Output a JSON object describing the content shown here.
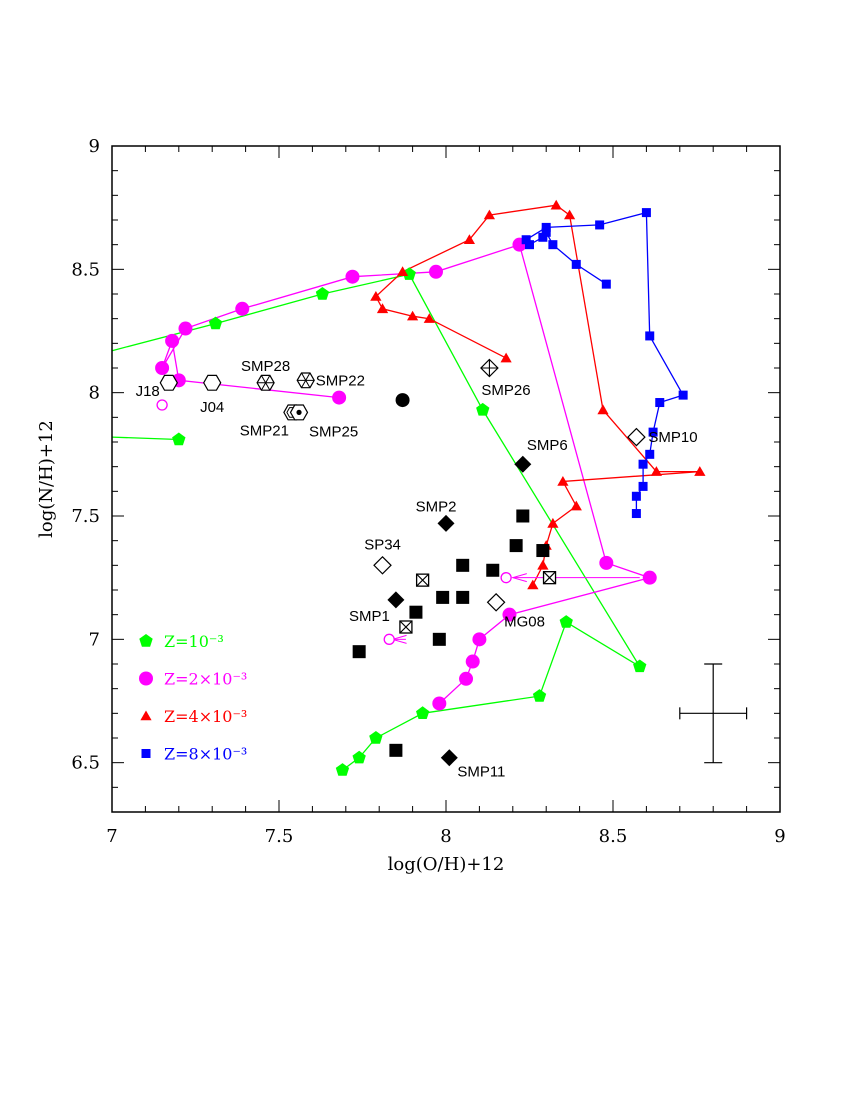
{
  "chart_data": {
    "type": "scatter",
    "title": "",
    "xlabel": "log(O/H)+12",
    "ylabel": "log(N/H)+12",
    "xlim": [
      7,
      9
    ],
    "ylim": [
      6.3,
      9
    ],
    "x_ticks": [
      "7",
      "7.5",
      "8",
      "8.5",
      "9"
    ],
    "y_ticks": [
      "6.5",
      "7",
      "7.5",
      "8",
      "8.5",
      "9"
    ],
    "grid": false,
    "colors": {
      "z1": "#00ff00",
      "z2": "#ff00ff",
      "z4": "#ff0000",
      "z8": "#0000ff",
      "observed": "#000000"
    },
    "legend": {
      "placement": "bottom-left",
      "entries": [
        {
          "label": "Z=10⁻³",
          "series": "z1",
          "marker": "pentagon"
        },
        {
          "label": "Z=2×10⁻³",
          "series": "z2",
          "marker": "circle"
        },
        {
          "label": "Z=4×10⁻³",
          "series": "z4",
          "marker": "triangle"
        },
        {
          "label": "Z=8×10⁻³",
          "series": "z8",
          "marker": "square"
        }
      ]
    },
    "model_tracks": [
      {
        "id": "z1",
        "color": "#00ff00",
        "marker": "pentagon",
        "points": [
          [
            7.0,
            7.82
          ],
          [
            7.2,
            7.81
          ]
        ]
      },
      {
        "id": "z1",
        "color": "#00ff00",
        "marker": "pentagon",
        "points": [
          [
            7.0,
            8.17
          ],
          [
            7.31,
            8.28
          ],
          [
            7.63,
            8.4
          ],
          [
            7.89,
            8.48
          ],
          [
            8.11,
            7.93
          ],
          [
            8.58,
            6.89
          ],
          [
            8.36,
            7.07
          ],
          [
            8.28,
            6.77
          ],
          [
            7.93,
            6.7
          ],
          [
            7.79,
            6.6
          ],
          [
            7.74,
            6.52
          ],
          [
            7.69,
            6.47
          ]
        ]
      },
      {
        "id": "z2",
        "color": "#ff00ff",
        "marker": "circle",
        "points": [
          [
            7.68,
            7.98
          ],
          [
            7.2,
            8.05
          ],
          [
            7.18,
            8.21
          ],
          [
            7.15,
            8.1
          ],
          [
            7.22,
            8.26
          ],
          [
            7.39,
            8.34
          ],
          [
            7.72,
            8.47
          ],
          [
            7.97,
            8.49
          ],
          [
            8.22,
            8.6
          ],
          [
            8.48,
            7.31
          ],
          [
            8.61,
            7.25
          ],
          [
            8.19,
            7.1
          ],
          [
            8.1,
            7.0
          ],
          [
            8.08,
            6.91
          ],
          [
            8.06,
            6.84
          ],
          [
            7.98,
            6.74
          ]
        ]
      },
      {
        "id": "z4",
        "color": "#ff0000",
        "marker": "triangle",
        "points": [
          [
            8.18,
            8.14
          ],
          [
            7.95,
            8.3
          ],
          [
            7.9,
            8.31
          ],
          [
            7.81,
            8.34
          ],
          [
            7.79,
            8.39
          ],
          [
            7.87,
            8.49
          ],
          [
            8.07,
            8.62
          ],
          [
            8.13,
            8.72
          ],
          [
            8.33,
            8.76
          ],
          [
            8.37,
            8.72
          ],
          [
            8.47,
            7.93
          ],
          [
            8.63,
            7.68
          ],
          [
            8.76,
            7.68
          ],
          [
            8.35,
            7.64
          ],
          [
            8.39,
            7.54
          ],
          [
            8.32,
            7.47
          ],
          [
            8.3,
            7.38
          ],
          [
            8.29,
            7.3
          ],
          [
            8.26,
            7.22
          ]
        ]
      },
      {
        "id": "z8",
        "color": "#0000ff",
        "marker": "square",
        "points": [
          [
            8.48,
            8.44
          ],
          [
            8.39,
            8.52
          ],
          [
            8.32,
            8.6
          ],
          [
            8.3,
            8.65
          ],
          [
            8.29,
            8.63
          ],
          [
            8.25,
            8.6
          ],
          [
            8.24,
            8.62
          ],
          [
            8.3,
            8.67
          ],
          [
            8.46,
            8.68
          ],
          [
            8.6,
            8.73
          ],
          [
            8.61,
            8.23
          ],
          [
            8.71,
            7.99
          ],
          [
            8.64,
            7.96
          ],
          [
            8.62,
            7.84
          ],
          [
            8.61,
            7.75
          ],
          [
            8.59,
            7.71
          ],
          [
            8.59,
            7.62
          ],
          [
            8.57,
            7.58
          ],
          [
            8.57,
            7.51
          ]
        ]
      }
    ],
    "observed_points": [
      {
        "x": 7.74,
        "y": 6.95,
        "marker": "square"
      },
      {
        "x": 7.85,
        "y": 6.55,
        "marker": "square"
      },
      {
        "x": 7.91,
        "y": 7.11,
        "marker": "square"
      },
      {
        "x": 7.98,
        "y": 7.0,
        "marker": "square"
      },
      {
        "x": 7.99,
        "y": 7.17,
        "marker": "square"
      },
      {
        "x": 8.05,
        "y": 7.17,
        "marker": "square"
      },
      {
        "x": 8.05,
        "y": 7.3,
        "marker": "square"
      },
      {
        "x": 8.14,
        "y": 7.28,
        "marker": "square"
      },
      {
        "x": 8.21,
        "y": 7.38,
        "marker": "square"
      },
      {
        "x": 8.23,
        "y": 7.5,
        "marker": "square"
      },
      {
        "x": 8.29,
        "y": 7.36,
        "marker": "square"
      },
      {
        "x": 7.87,
        "y": 7.97,
        "marker": "filled-circle"
      },
      {
        "x": 7.93,
        "y": 7.24,
        "marker": "crossed-square"
      },
      {
        "x": 7.88,
        "y": 7.05,
        "marker": "crossed-square"
      },
      {
        "x": 8.31,
        "y": 7.25,
        "marker": "crossed-square"
      },
      {
        "x": 7.15,
        "y": 7.95,
        "marker": "open-circle-magenta"
      },
      {
        "x": 7.83,
        "y": 7.0,
        "marker": "open-circle-magenta"
      },
      {
        "x": 8.18,
        "y": 7.25,
        "marker": "open-circle-magenta"
      }
    ],
    "arrows": [
      {
        "from": [
          7.88,
          7.0
        ],
        "to": [
          7.84,
          7.0
        ]
      },
      {
        "from": [
          8.58,
          7.25
        ],
        "to": [
          8.2,
          7.25
        ]
      }
    ],
    "labeled_objects": [
      {
        "name": "SMP2",
        "x": 8.0,
        "y": 7.47,
        "marker": "filled-diamond"
      },
      {
        "name": "SMP6",
        "x": 8.23,
        "y": 7.71,
        "marker": "filled-diamond"
      },
      {
        "name": "SMP1",
        "x": 7.85,
        "y": 7.16,
        "marker": "filled-diamond"
      },
      {
        "name": "SMP11",
        "x": 8.01,
        "y": 6.52,
        "marker": "filled-diamond"
      },
      {
        "name": "SP34",
        "x": 7.81,
        "y": 7.3,
        "marker": "open-diamond"
      },
      {
        "name": "MG08",
        "x": 8.15,
        "y": 7.15,
        "marker": "open-diamond"
      },
      {
        "name": "SMP10",
        "x": 8.57,
        "y": 7.82,
        "marker": "open-diamond"
      },
      {
        "name": "SMP26",
        "x": 8.13,
        "y": 8.1,
        "marker": "crossed-diamond"
      },
      {
        "name": "SMP28",
        "x": 7.46,
        "y": 8.04,
        "marker": "starred-hexagon"
      },
      {
        "name": "SMP22",
        "x": 7.58,
        "y": 8.05,
        "marker": "starred-hexagon"
      },
      {
        "name": "SMP21",
        "x": 7.54,
        "y": 7.92,
        "marker": "double-hexagon"
      },
      {
        "name": "SMP25",
        "x": 7.56,
        "y": 7.92,
        "marker": "dotted-hexagon"
      },
      {
        "name": "J04",
        "x": 7.3,
        "y": 8.04,
        "marker": "open-hexagon"
      },
      {
        "name": "J18",
        "x": 7.17,
        "y": 8.04,
        "marker": "open-hexagon"
      }
    ],
    "error_bar": {
      "x": 8.8,
      "y": 6.7,
      "xerr": 0.1,
      "yerr": 0.2
    }
  }
}
